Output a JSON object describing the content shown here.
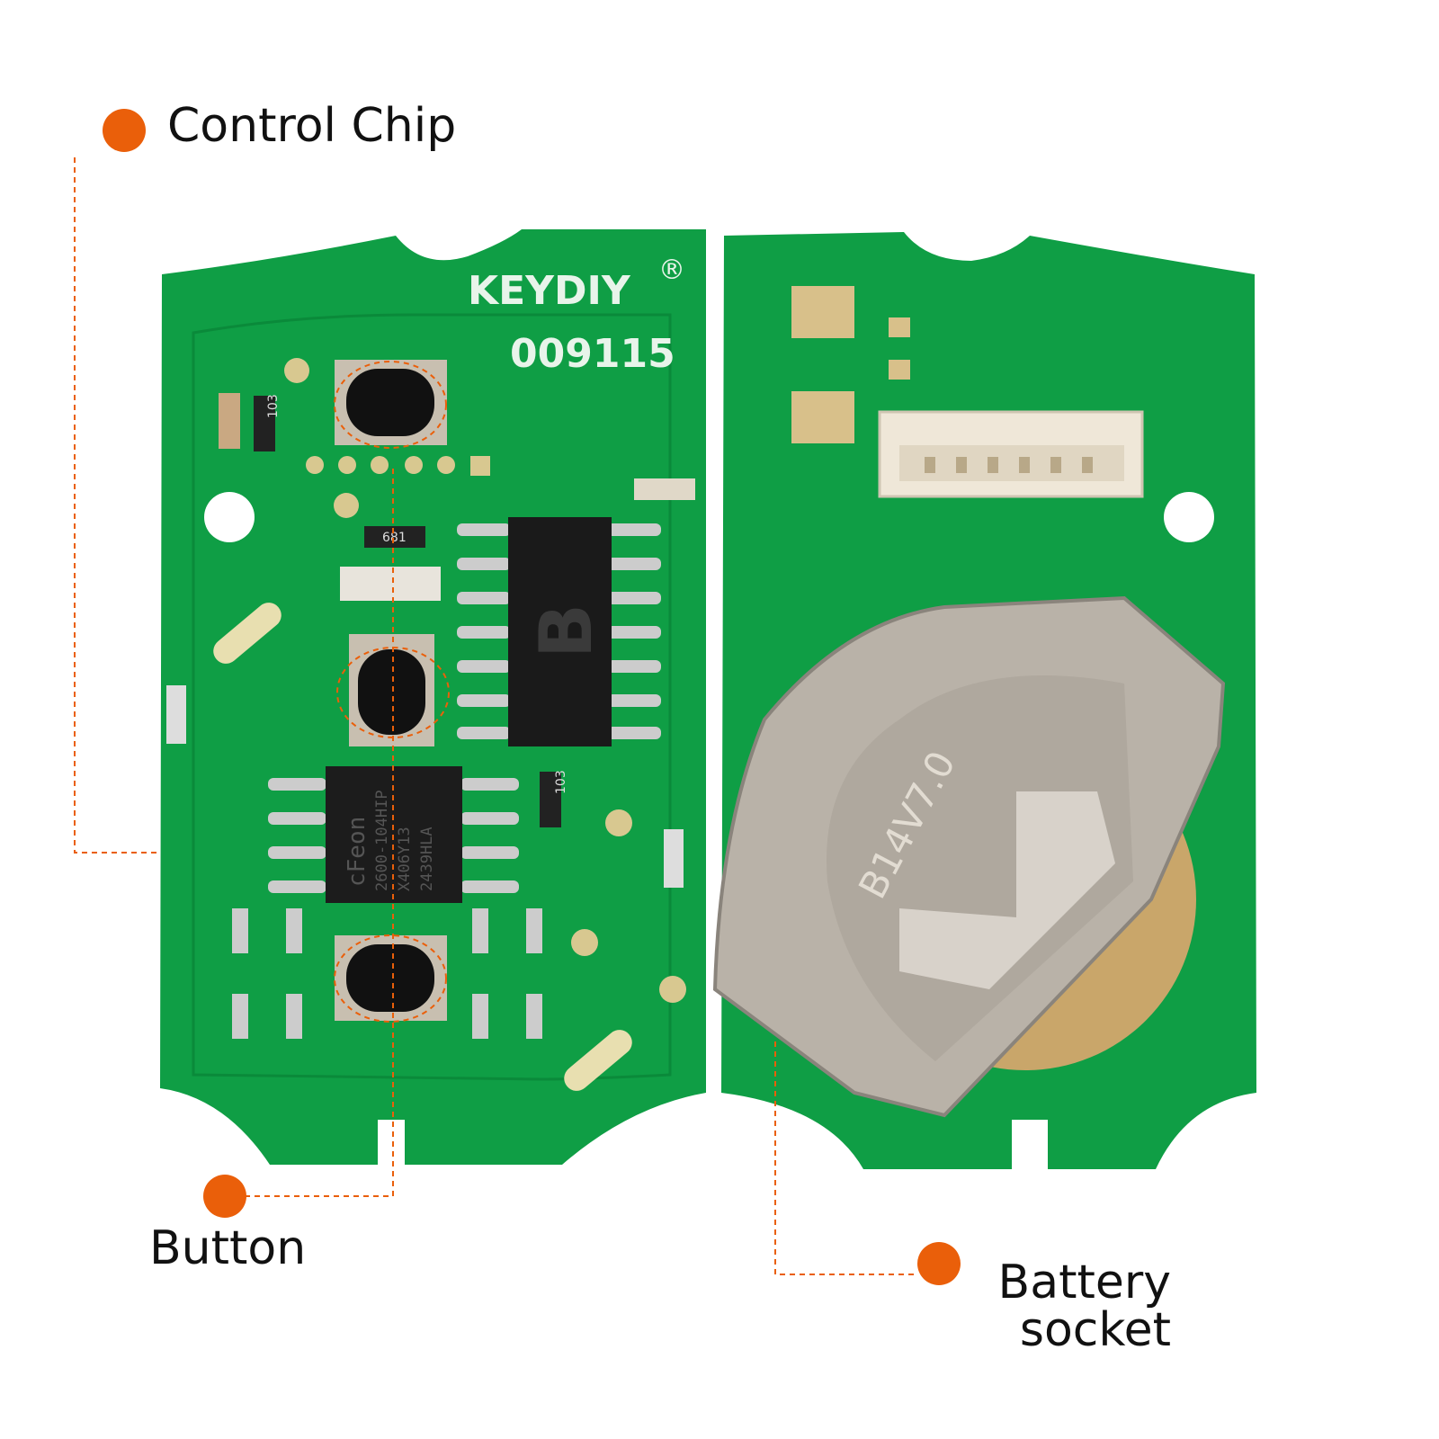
{
  "callouts": {
    "control_chip": "Control Chip",
    "button": "Button",
    "battery_socket_line1": "Battery",
    "battery_socket_line2": "socket"
  },
  "board": {
    "brand": "KEYDIY",
    "registered": "®",
    "model": "009115",
    "chip_b_mark": "B",
    "eeprom_text": [
      "cFeon",
      "2600-104HIP",
      "X406Y13",
      "2439HLA"
    ],
    "resistor_1": "103",
    "resistor_2": "103",
    "resistor_3": "681",
    "battery_clip_text": "B14V7.0"
  },
  "colors": {
    "accent": "#ea5f0a",
    "pcb": "#0f9e45",
    "metal": "#b9b2a8"
  }
}
